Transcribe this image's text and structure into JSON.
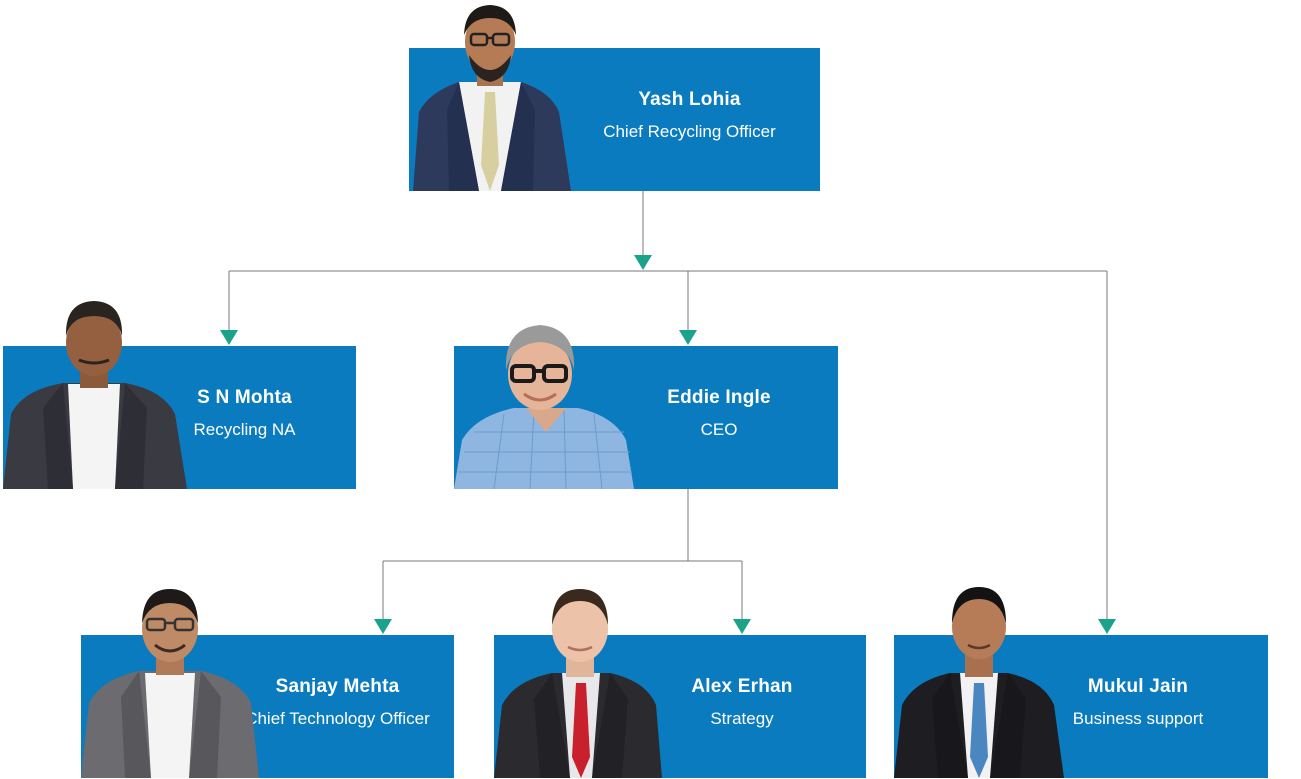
{
  "colors": {
    "card": "#0a7bbf",
    "connector": "#7a7a7a",
    "arrow": "#1aa38a"
  },
  "people": {
    "yash": {
      "name": "Yash Lohia",
      "role": "Chief Recycling Officer"
    },
    "mohta": {
      "name": "S N Mohta",
      "role": "Recycling NA"
    },
    "eddie": {
      "name": "Eddie Ingle",
      "role": "CEO"
    },
    "sanjay": {
      "name": "Sanjay Mehta",
      "role": "Chief Technology Officer"
    },
    "alex": {
      "name": "Alex Erhan",
      "role": "Strategy"
    },
    "mukul": {
      "name": "Mukul Jain",
      "role": "Business support"
    }
  }
}
